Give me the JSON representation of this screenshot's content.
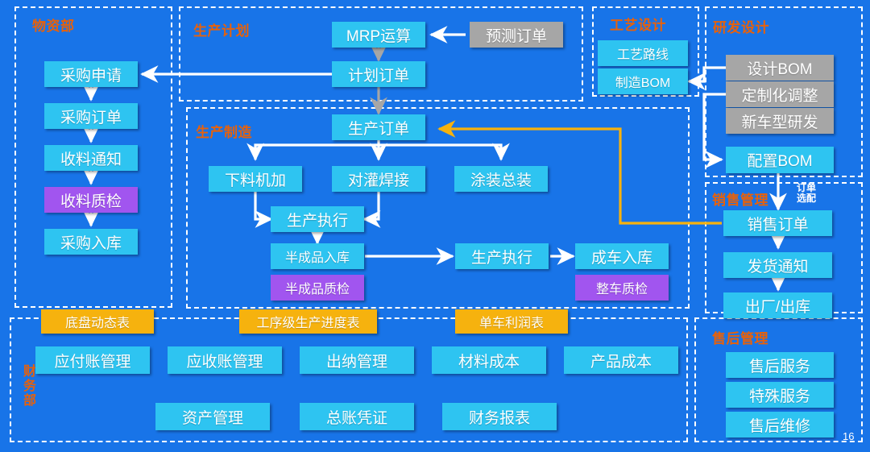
{
  "diagram": {
    "page_number": "16",
    "colors": {
      "background": "#1874e8",
      "node_cyan": "#2ec4f1",
      "node_purple": "#a155ef",
      "node_gray": "#a6a6a6",
      "node_orange": "#f6b20e",
      "panel_border": "#ffffff",
      "panel_title": "#e8610a",
      "arrow_white": "#ffffff",
      "arrow_gray": "#a6a6a6",
      "arrow_orange": "#f6b20e"
    },
    "panels": [
      {
        "id": "materials",
        "title": "物资部"
      },
      {
        "id": "prod_plan",
        "title": "生产计划"
      },
      {
        "id": "prod_mfg",
        "title": "生产制造"
      },
      {
        "id": "process",
        "title": "工艺设计"
      },
      {
        "id": "rnd",
        "title": "研发设计"
      },
      {
        "id": "sales",
        "title": "销售管理"
      },
      {
        "id": "finance",
        "title": "财务部"
      },
      {
        "id": "aftersales",
        "title": "售后管理"
      }
    ],
    "nodes": {
      "materials": [
        {
          "label": "采购申请",
          "color": "cyan"
        },
        {
          "label": "采购订单",
          "color": "cyan"
        },
        {
          "label": "收料通知",
          "color": "cyan"
        },
        {
          "label": "收料质检",
          "color": "purple"
        },
        {
          "label": "采购入库",
          "color": "cyan"
        }
      ],
      "prod_plan": [
        {
          "label": "MRP运算",
          "color": "cyan"
        },
        {
          "label": "预测订单",
          "color": "gray"
        },
        {
          "label": "计划订单",
          "color": "cyan"
        }
      ],
      "prod_mfg": [
        {
          "label": "生产订单",
          "color": "cyan"
        },
        {
          "label": "下料机加",
          "color": "cyan"
        },
        {
          "label": "对灌焊接",
          "color": "cyan"
        },
        {
          "label": "涂装总装",
          "color": "cyan"
        },
        {
          "label": "生产执行",
          "color": "cyan"
        },
        {
          "label": "半成品入库",
          "color": "cyan"
        },
        {
          "label": "半成品质检",
          "color": "purple"
        },
        {
          "label": "生产执行",
          "color": "cyan"
        },
        {
          "label": "成车入库",
          "color": "cyan"
        },
        {
          "label": "整车质检",
          "color": "purple"
        }
      ],
      "process": [
        {
          "label": "工艺路线",
          "color": "cyan"
        },
        {
          "label": "制造BOM",
          "color": "cyan"
        }
      ],
      "rnd": [
        {
          "label": "设计BOM",
          "color": "gray"
        },
        {
          "label": "定制化调整",
          "color": "gray"
        },
        {
          "label": "新车型研发",
          "color": "gray"
        },
        {
          "label": "配置BOM",
          "color": "cyan"
        }
      ],
      "sales": [
        {
          "label": "销售订单",
          "color": "cyan"
        },
        {
          "label": "发货通知",
          "color": "cyan"
        },
        {
          "label": "出厂/出库",
          "color": "cyan"
        }
      ],
      "reports": [
        {
          "label": "底盘动态表",
          "color": "orange"
        },
        {
          "label": "工序级生产进度表",
          "color": "orange"
        },
        {
          "label": "单车利润表",
          "color": "orange"
        }
      ],
      "finance": [
        {
          "label": "应付账管理",
          "color": "cyan"
        },
        {
          "label": "应收账管理",
          "color": "cyan"
        },
        {
          "label": "出纳管理",
          "color": "cyan"
        },
        {
          "label": "材料成本",
          "color": "cyan"
        },
        {
          "label": "产品成本",
          "color": "cyan"
        },
        {
          "label": "资产管理",
          "color": "cyan"
        },
        {
          "label": "总账凭证",
          "color": "cyan"
        },
        {
          "label": "财务报表",
          "color": "cyan"
        }
      ],
      "aftersales": [
        {
          "label": "售后服务",
          "color": "cyan"
        },
        {
          "label": "特殊服务",
          "color": "cyan"
        },
        {
          "label": "售后维修",
          "color": "cyan"
        }
      ]
    },
    "annotations": [
      {
        "id": "order-config",
        "text": "订单\n选配"
      }
    ]
  }
}
